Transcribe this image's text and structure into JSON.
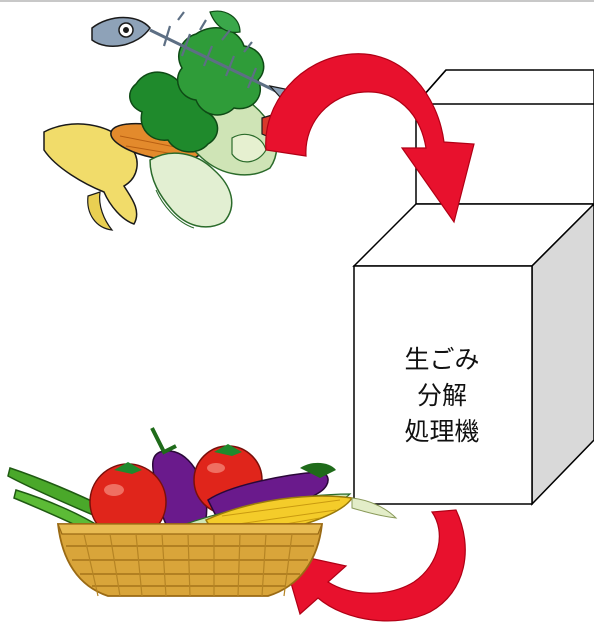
{
  "machine": {
    "label_lines": [
      "生ごみ",
      "分解",
      "処理機"
    ]
  },
  "colors": {
    "arrow": "#e8112d",
    "arrow_edge": "#b00015",
    "box_face": "#ffffff",
    "box_side": "#d9d9d9",
    "box_outline": "#000000",
    "basket": "#d9a53a",
    "basket_dark": "#9a6a14",
    "tomato": "#e0251b",
    "eggplant": "#6a1a8c",
    "corn": "#f4cc2a",
    "cucumber": "#4aa82a",
    "leaf_green": "#1f8a2c",
    "fish": "#8ea2b8"
  },
  "icons": [
    "food-scraps-icon",
    "vegetable-basket-icon",
    "curved-arrow-icon"
  ]
}
